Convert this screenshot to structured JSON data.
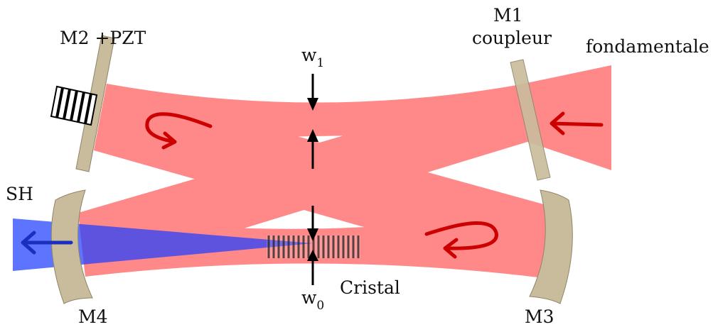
{
  "labels": {
    "m1": "M1",
    "m1_role": "coupleur",
    "m2": "M2 +PZT",
    "m3": "M3",
    "m4": "M4",
    "fundamental": "fondamentale",
    "second_harmonic": "SH",
    "crystal": "Cristal",
    "waist_1_base": "w",
    "waist_1_sub": "1",
    "waist_0_base": "w",
    "waist_0_sub": "0"
  },
  "colors": {
    "beam_red": "#ff2a2a",
    "beam_red_dark": "#e60000",
    "beam_blue": "#1f3fff",
    "beam_blue_arrow": "#1a2fbf",
    "mirror": "#c9bc9c",
    "mirror_edge": "#8f8468",
    "crystal_stripe": "#222222",
    "waist_arrow": "#000000",
    "background": "#ffffff"
  },
  "icons": {
    "circulation_arrow_left": "curved-arrow-icon",
    "circulation_arrow_right": "curved-arrow-icon",
    "input_arrow": "left-arrow-icon",
    "output_arrow": "left-arrow-icon",
    "piezo": "pzt-stack-icon"
  }
}
